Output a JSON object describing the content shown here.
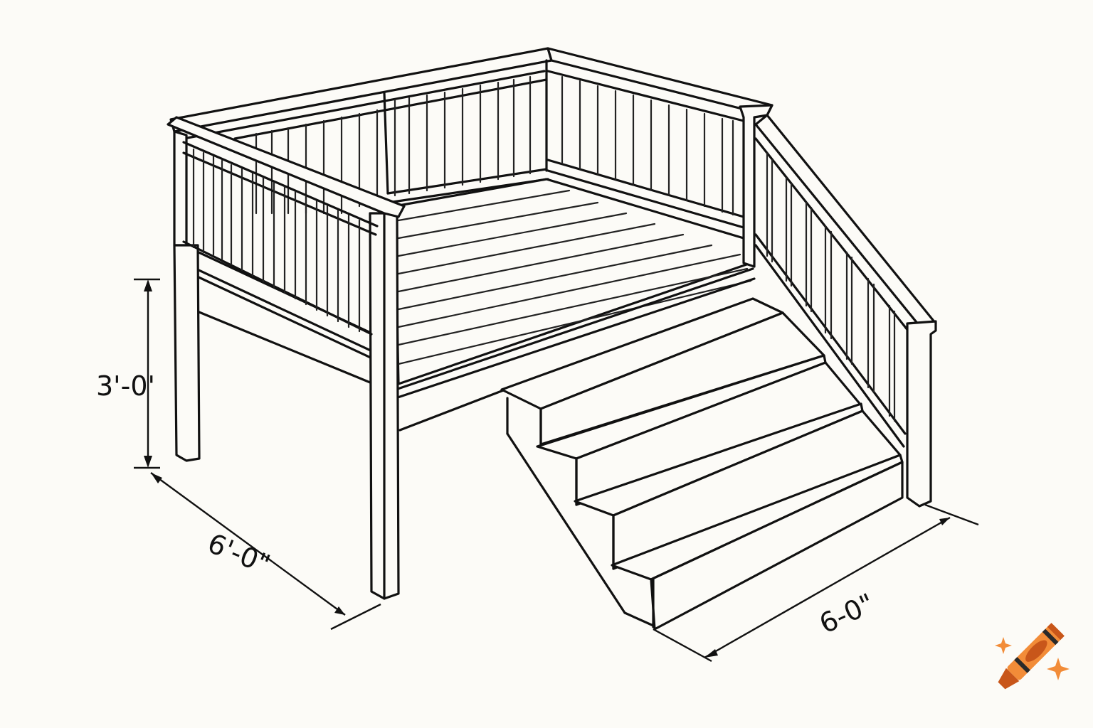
{
  "diagram": {
    "subject": "Elevated deck with railing and staircase (line drawing)",
    "dimensions": {
      "height_label": "3'-0'",
      "deck_depth_label": "6'-0\"",
      "stair_width_label": "6-0\""
    },
    "components": [
      "deck platform",
      "railing",
      "balusters",
      "posts",
      "staircase",
      "stair railing"
    ],
    "colors": {
      "background": "#fcfbf7",
      "line": "#111111",
      "logo_orange": "#f28c38",
      "logo_dark_orange": "#c8561a",
      "logo_band": "#2a2a2a"
    }
  },
  "watermark": {
    "icon": "crayon-icon"
  }
}
